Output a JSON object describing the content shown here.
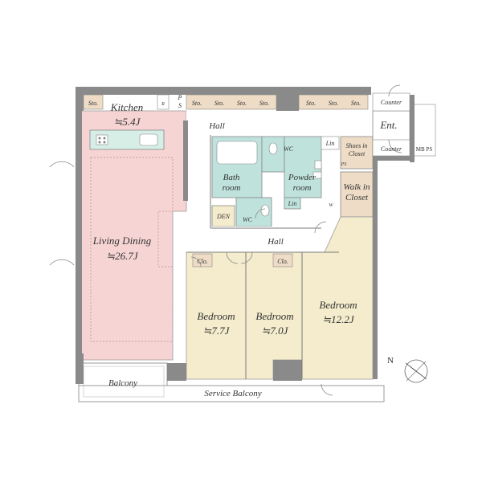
{
  "rooms": {
    "kitchen": {
      "name": "Kitchen",
      "size": "≒5.4J"
    },
    "living": {
      "name": "Living Dining",
      "size": "≒26.7J"
    },
    "bed1": {
      "name": "Bedroom",
      "size": "≒7.7J"
    },
    "bed2": {
      "name": "Bedroom",
      "size": "≒7.0J"
    },
    "bed3": {
      "name": "Bedroom",
      "size": "≒12.2J"
    },
    "bath": {
      "line1": "Bath",
      "line2": "room"
    },
    "powder": {
      "line1": "Powder",
      "line2": "room"
    },
    "walkin": {
      "line1": "Walk in",
      "line2": "Closet"
    },
    "shoes": {
      "line1": "Shoes in",
      "line2": "Closet"
    },
    "den": "DEN",
    "ent": "Ent.",
    "hall_top": "Hall",
    "hall_mid": "Hall",
    "balcony": "Balcony",
    "service_balcony": "Service Balcony"
  },
  "small": {
    "sto": "Sto.",
    "clo": "Clo.",
    "wc": "WC",
    "lin": "Lin",
    "counter": "Counter",
    "mbps": "MB PS",
    "ps_p": "P",
    "ps_s": "S",
    "r": "R",
    "w": "W",
    "ps": "PS"
  },
  "compass": {
    "label": "N"
  },
  "colors": {
    "living": "#f7d4d4",
    "bedroom": "#f4eccc",
    "wet": "#bfe3dc",
    "storage": "#eedcc6",
    "wall": "#8a8a8a"
  }
}
